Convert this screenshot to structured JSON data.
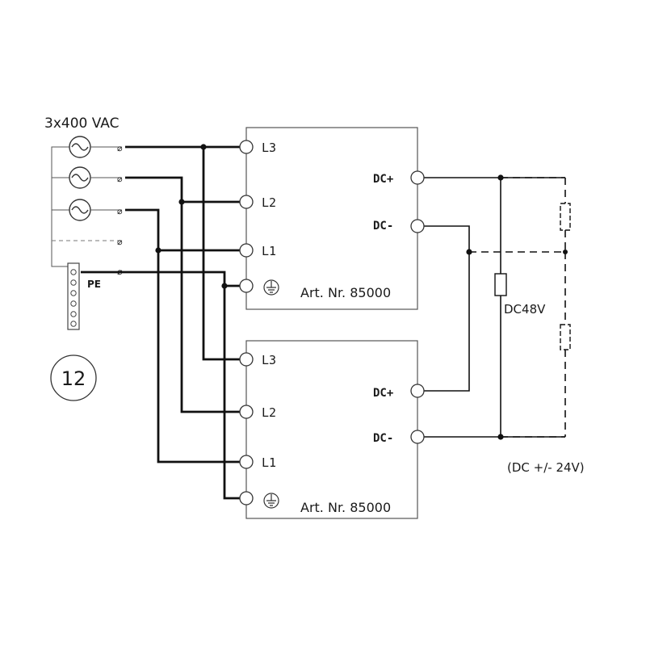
{
  "supply": {
    "label": "3x400 VAC",
    "pe_label": "PE",
    "fuse_mark": "⌀"
  },
  "figure_number": "12",
  "units": [
    {
      "terminals": [
        "L3",
        "L2",
        "L1"
      ],
      "outputs": [
        "DC+",
        "DC-"
      ],
      "article": "Art. Nr. 85000"
    },
    {
      "terminals": [
        "L3",
        "L2",
        "L1"
      ],
      "outputs": [
        "DC+",
        "DC-"
      ],
      "article": "Art. Nr. 85000"
    }
  ],
  "output": {
    "series_label": "DC48V",
    "split_label": "(DC +/- 24V)"
  },
  "icons": {
    "ac_source": "ac-source-icon",
    "ground": "protective-earth-icon",
    "load": "resistor-icon"
  }
}
